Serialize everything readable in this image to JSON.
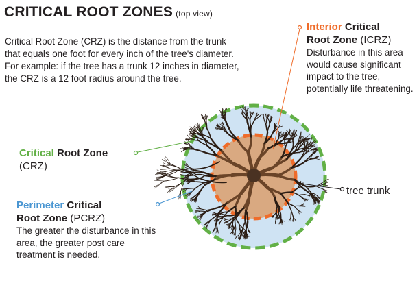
{
  "title": {
    "main": "CRITICAL ROOT ZONES",
    "sub": "(top view)"
  },
  "intro": "Critical Root Zone (CRZ) is the distance from the trunk that equals one foot for every inch of the tree's diameter. For example: if the tree has a trunk 12 inches in diameter, the CRZ is a 12 foot radius around the tree.",
  "icrz": {
    "word1": "Interior",
    "word2": " Critical",
    "word3": "Root Zone",
    "abbr": " (ICRZ)",
    "description": "Disturbance in this area would cause significant impact to the tree, potentially life threatening."
  },
  "crz": {
    "word1": "Critical",
    "word2": " Root Zone",
    "abbr": "(CRZ)"
  },
  "pcrz": {
    "word1": "Perimeter",
    "word2": " Critical",
    "word3": "Root Zone",
    "abbr": " (PCRZ)",
    "description": "The greater the disturbance in this area, the greater post care treatment is needed."
  },
  "trunk": {
    "label": "tree trunk"
  },
  "colors": {
    "interior": "#ef6c2a",
    "critical": "#62b046",
    "perimeter": "#4a96d2",
    "perimeter_fill": "#cfe3f3",
    "interior_fill": "#d9a981",
    "roots": "#2b1d14",
    "trunk": "#4a3222"
  },
  "icons": [
    "leader-dot-icon"
  ]
}
